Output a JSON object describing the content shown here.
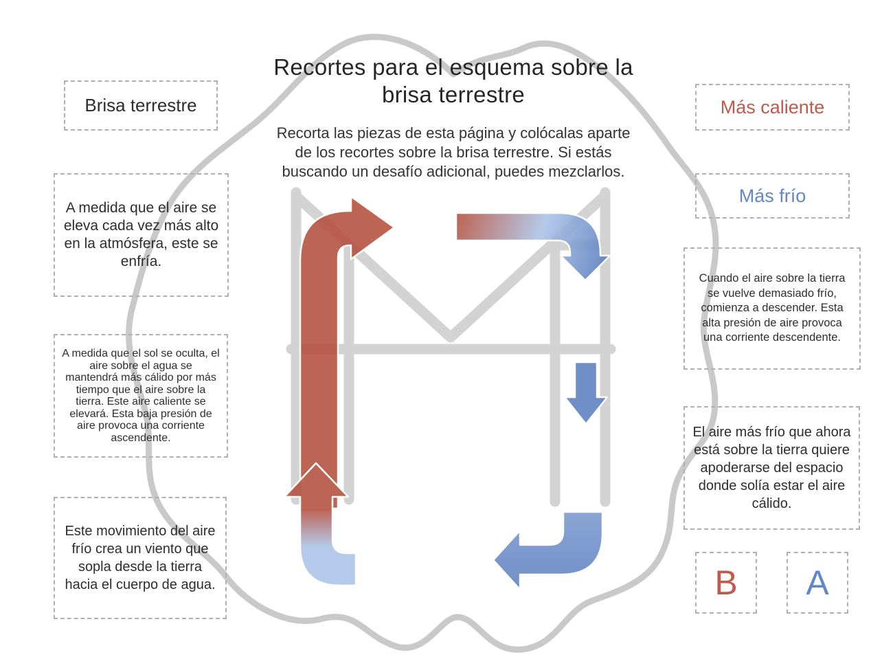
{
  "header": {
    "title_lines": [
      "Recortes para el esquema sobre la",
      "brisa terrestre"
    ],
    "subtitle_lines": [
      "Recorta las piezas de esta página y colócalas aparte",
      "de los recortes sobre la brisa terrestre. Si estás",
      "buscando un desafío adicional, puedes mezclarlos."
    ]
  },
  "left_column": {
    "title_box": "Brisa terrestre",
    "cards": [
      {
        "text": "A medida que el aire se eleva cada vez más alto en la atmósfera, este se enfría."
      },
      {
        "text": "A medida que el sol se oculta, el aire sobre el agua se mantendrá más cálido por más tiempo que el aire sobre la tierra. Este aire caliente se elevará. Esta baja presión de aire provoca una corriente ascendente."
      },
      {
        "text": "Este movimiento del aire frío crea un viento que sopla desde la tierra hacia el cuerpo de agua."
      }
    ]
  },
  "right_column": {
    "warm_label": "Más caliente",
    "cool_label": "Más frío",
    "cards": [
      {
        "text": "Cuando el aire sobre la tierra se vuelve demasiado frío, comienza a descender. Esta alta presión de aire provoca una corriente descendente."
      },
      {
        "text": "El aire más frío que ahora está sobre la tierra quiere apoderarse del espacio donde solía estar el aire cálido."
      }
    ],
    "letter_b": "B",
    "letter_a": "A"
  },
  "diagram": {
    "arrow_icons": [
      "warm-air-rising-elbow-arrow",
      "warm-to-cool-horizontal-gradient-arrow",
      "cool-air-descending-arrow",
      "cool-air-flow-left-elbow-arrow",
      "cool-to-warm-rising-gradient-arrow"
    ]
  },
  "colors": {
    "text": "#2d2d2d",
    "warm_text": "#c05a4c",
    "cool_text": "#6287c8",
    "arrow_red": "#b5503e",
    "arrow_blue": "#5d80c0",
    "arrow_blue_soft": "#7b98ce",
    "arrow_light_blue": "#abc3e8",
    "watermark_gray": "#d3d3d3",
    "blob_outline_gray": "#c9c9c9",
    "dashed_border": "#b0b0b0"
  }
}
